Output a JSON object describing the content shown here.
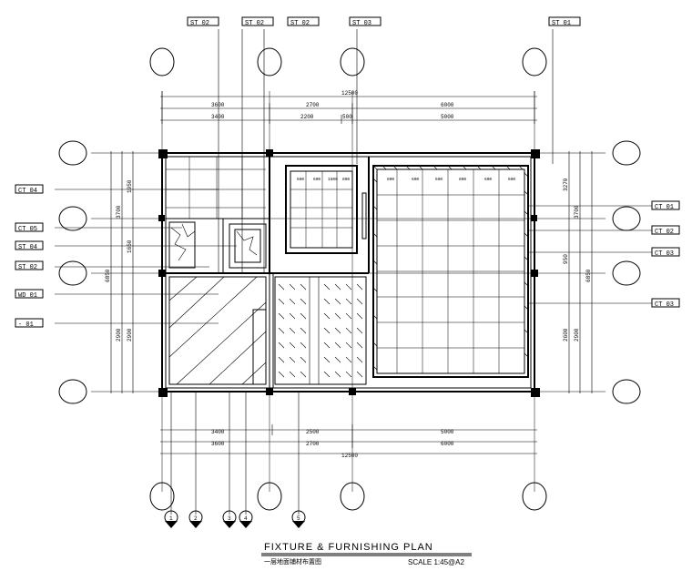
{
  "title": "FIXTURE & FURNISHING PLAN",
  "subtitle": "一层地面铺材布置图",
  "scale": "SCALE  1:45@A2",
  "top_dims": {
    "overall": "12500",
    "row1": [
      "3600",
      "2700",
      "6000"
    ],
    "row2": [
      "3400",
      "2200",
      "500",
      "5000"
    ]
  },
  "bottom_dims": {
    "overall": "12500",
    "row1": [
      "3600",
      "2700",
      "6000"
    ],
    "row2": [
      "3400",
      "2500",
      "5000"
    ]
  },
  "side_dims": {
    "left_outer": "6850",
    "left_mid": [
      "3700",
      "2900"
    ],
    "left_inner": [
      "1950",
      "1650",
      "2900"
    ],
    "right_outer": "6850",
    "right_mid": [
      "3700",
      "2900"
    ],
    "right_inner": [
      "3270",
      "950",
      "2600"
    ]
  },
  "top_tags": [
    "ST 02",
    "ST 02",
    "ST 02",
    "ST 03",
    "ST 01"
  ],
  "left_tags": [
    "CT 04",
    "CT 05",
    "ST 04",
    "ST 02",
    "WD 01",
    "- 01"
  ],
  "right_tags": [
    "CT 01",
    "CT 02",
    "CT 03",
    "CT 03"
  ],
  "section_markers": [
    "1",
    "2",
    "3",
    "4",
    "5"
  ],
  "inner_dims": [
    "800",
    "600",
    "600",
    "800",
    "600",
    "600",
    "600",
    "600",
    "1500",
    "800"
  ]
}
